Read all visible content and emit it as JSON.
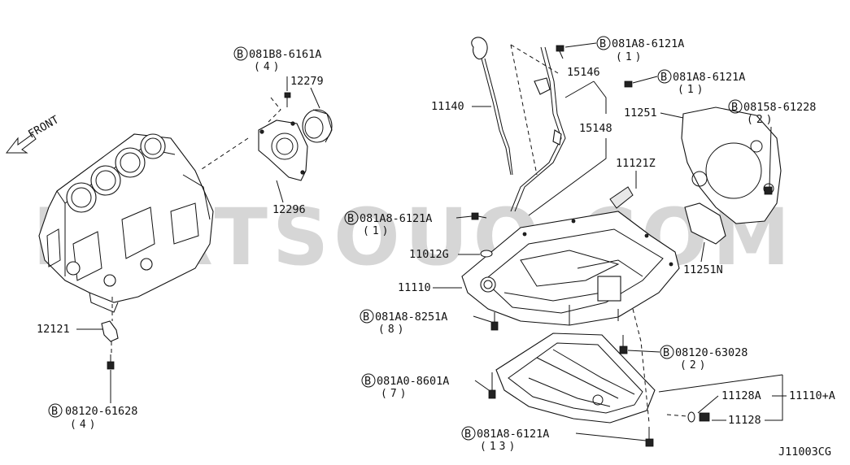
{
  "watermark": "PARTSOUQ.COM",
  "direction_label": "FRONT",
  "diagram_code": "J11003CG",
  "bolt_symbol": "B",
  "labels": {
    "p12279": "12279",
    "p12296": "12296",
    "p12121": "12121",
    "p11140": "11140",
    "p15146": "15146",
    "p15148": "15148",
    "p11251": "11251",
    "p11121z": "11121Z",
    "p11012g": "11012G",
    "p11110": "11110",
    "p11251n": "11251N",
    "p11128a": "11128A",
    "p11128": "11128",
    "p11110a": "11110+A"
  },
  "bolts": {
    "b1": {
      "code": "081B8-6161A",
      "qty": "(4)"
    },
    "b2": {
      "code": "08120-61628",
      "qty": "(4)"
    },
    "b3": {
      "code": "081A8-6121A",
      "qty": "(1)"
    },
    "b4": {
      "code": "081A8-6121A",
      "qty": "(1)"
    },
    "b5": {
      "code": "08158-61228",
      "qty": "(2)"
    },
    "b6": {
      "code": "081A8-6121A",
      "qty": "(1)"
    },
    "b7": {
      "code": "081A8-8251A",
      "qty": "(8)"
    },
    "b8": {
      "code": "08120-63028",
      "qty": "(2)"
    },
    "b9": {
      "code": "081A0-8601A",
      "qty": "(7)"
    },
    "b10": {
      "code": "081A8-6121A",
      "qty": "(13)"
    }
  }
}
